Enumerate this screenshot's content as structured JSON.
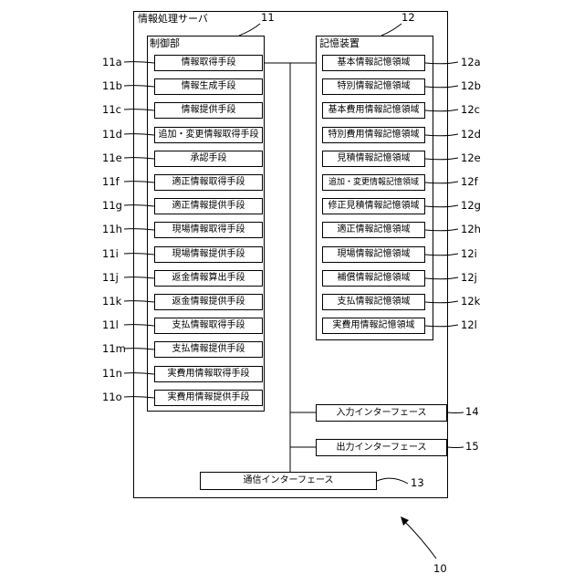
{
  "server": {
    "title": "情報処理サーバ",
    "ref": "11"
  },
  "control": {
    "title": "制御部",
    "ref": "11",
    "items": [
      {
        "label": "情報取得手段",
        "ref": "11a"
      },
      {
        "label": "情報生成手段",
        "ref": "11b"
      },
      {
        "label": "情報提供手段",
        "ref": "11c"
      },
      {
        "label": "追加・変更情報取得手段",
        "ref": "11d"
      },
      {
        "label": "承認手段",
        "ref": "11e"
      },
      {
        "label": "適正情報取得手段",
        "ref": "11f"
      },
      {
        "label": "適正情報提供手段",
        "ref": "11g"
      },
      {
        "label": "現場情報取得手段",
        "ref": "11h"
      },
      {
        "label": "現場情報提供手段",
        "ref": "11i"
      },
      {
        "label": "返金情報算出手段",
        "ref": "11j"
      },
      {
        "label": "返金情報提供手段",
        "ref": "11k"
      },
      {
        "label": "支払情報取得手段",
        "ref": "11l"
      },
      {
        "label": "支払情報提供手段",
        "ref": "11m"
      },
      {
        "label": "実費用情報取得手段",
        "ref": "11n"
      },
      {
        "label": "実費用情報提供手段",
        "ref": "11o"
      }
    ]
  },
  "storage": {
    "title": "記憶装置",
    "ref": "12",
    "items": [
      {
        "label": "基本情報記憶領域",
        "ref": "12a"
      },
      {
        "label": "特別情報記憶領域",
        "ref": "12b"
      },
      {
        "label": "基本費用情報記憶領域",
        "ref": "12c"
      },
      {
        "label": "特別費用情報記憶領域",
        "ref": "12d"
      },
      {
        "label": "見積情報記憶領域",
        "ref": "12e"
      },
      {
        "label": "追加・変更情報記憶領域",
        "ref": "12f"
      },
      {
        "label": "修正見積情報記憶領域",
        "ref": "12g"
      },
      {
        "label": "適正情報記憶領域",
        "ref": "12h"
      },
      {
        "label": "現場情報記憶領域",
        "ref": "12i"
      },
      {
        "label": "補償情報記憶領域",
        "ref": "12j"
      },
      {
        "label": "支払情報記憶領域",
        "ref": "12k"
      },
      {
        "label": "実費用情報記憶領域",
        "ref": "12l"
      }
    ]
  },
  "interfaces": {
    "input": {
      "label": "入力インターフェース",
      "ref": "14"
    },
    "output": {
      "label": "出力インターフェース",
      "ref": "15"
    },
    "comm": {
      "label": "通信インターフェース",
      "ref": "13"
    }
  },
  "figure_ref": "10"
}
